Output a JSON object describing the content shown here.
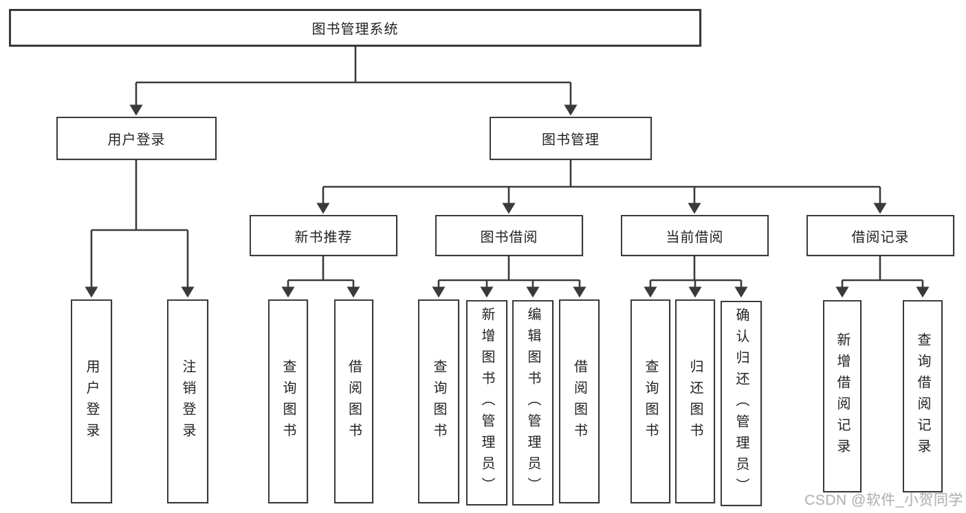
{
  "diagram": {
    "tree": {
      "label": "图书管理系统",
      "children": [
        {
          "label": "用户登录",
          "children": [
            {
              "label": "用户登录"
            },
            {
              "label": "注销登录"
            }
          ]
        },
        {
          "label": "图书管理",
          "children": [
            {
              "label": "新书推荐",
              "children": [
                {
                  "label": "查询图书"
                },
                {
                  "label": "借阅图书"
                }
              ]
            },
            {
              "label": "图书借阅",
              "children": [
                {
                  "label": "查询图书"
                },
                {
                  "label": "新增图书（管理员）"
                },
                {
                  "label": "编辑图书（管理员）"
                },
                {
                  "label": "借阅图书"
                }
              ]
            },
            {
              "label": "当前借阅",
              "children": [
                {
                  "label": "查询图书"
                },
                {
                  "label": "归还图书"
                },
                {
                  "label": "确认归还（管理员）"
                }
              ]
            },
            {
              "label": "借阅记录",
              "children": [
                {
                  "label": "新增借阅记录"
                },
                {
                  "label": "查询借阅记录"
                }
              ]
            }
          ]
        }
      ]
    },
    "colors": {
      "line": "#3a3a3a",
      "text": "#232323",
      "background": "#ffffff",
      "watermark": "#b5b5b5"
    }
  },
  "watermark": {
    "text": "CSDN @软件_小贺同学"
  }
}
